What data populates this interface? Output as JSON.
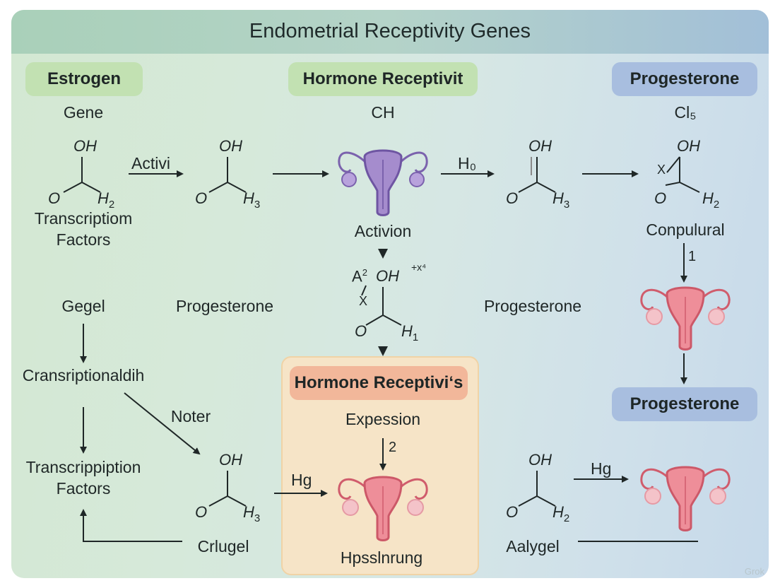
{
  "title": "Endometrial Receptivity Genes",
  "headers": {
    "estrogen": "Estrogen",
    "hormone_receptivity": "Hormone Receptivit",
    "progesterone_top": "Progesterone",
    "hormone_receptivis": "Hormone Receptivi‘s",
    "progesterone_right": "Progesterone"
  },
  "labels": {
    "gene": "Gene",
    "ch": "CH",
    "cl5": "Cl₅",
    "activi": "Activi",
    "h0": "H₀",
    "transcription_factors_1a": "Transcriptiom",
    "transcription_factors_1b": "Factors",
    "activion": "Activion",
    "conpulural": "Conpulural",
    "step_1": "1",
    "gegel": "Gegel",
    "progesterone_mid_left": "Progesterone",
    "progesterone_mid_right": "Progesterone",
    "cransription": "Cransriptionaldih",
    "noter": "Noter",
    "expression": "Expession",
    "step_2": "2",
    "transcription_factors_2a": "Transcrippiption",
    "transcription_factors_2b": "Factors",
    "hg_left": "Hg",
    "hg_right": "Hg",
    "crlugel": "Crlugel",
    "hpssinrung": "Hpsslnrung",
    "aalygel": "Aalygel",
    "watermark": "Grok"
  },
  "molecules": [
    {
      "top": "OH",
      "left": "O",
      "right": "H",
      "right_sub": "2"
    },
    {
      "top": "OH",
      "left": "O",
      "right": "H",
      "right_sub": "3"
    },
    {
      "top": "OH",
      "left": "O",
      "right": "H",
      "right_sub": "3"
    },
    {
      "top": "OH",
      "left": "O",
      "right": "H",
      "right_sub": "2",
      "extra": "X"
    },
    {
      "top": "OH",
      "left": "O",
      "right": "H",
      "right_sub": "1",
      "extra": "X",
      "prefix": "A",
      "prefix_sup": "2",
      "suffix": "+x⁴"
    },
    {
      "top": "OH",
      "left": "O",
      "right": "H",
      "right_sub": "3"
    },
    {
      "top": "OH",
      "left": "O",
      "right": "H",
      "right_sub": "2"
    }
  ],
  "colors": {
    "green_pill": "#b9dcaa",
    "green_pill_top": "#c2e1b2",
    "blue_pill": "#a8bedf",
    "salmon_pill": "#f2b79a",
    "purple_uterus": "#a58ccd",
    "pink_uterus": "#ee8e99",
    "box_fill": "#f6e4c7"
  },
  "icons": [
    "uterus-icon-purple",
    "uterus-icon-pink-right",
    "uterus-icon-pink-center",
    "uterus-icon-pink-bottom-right"
  ]
}
